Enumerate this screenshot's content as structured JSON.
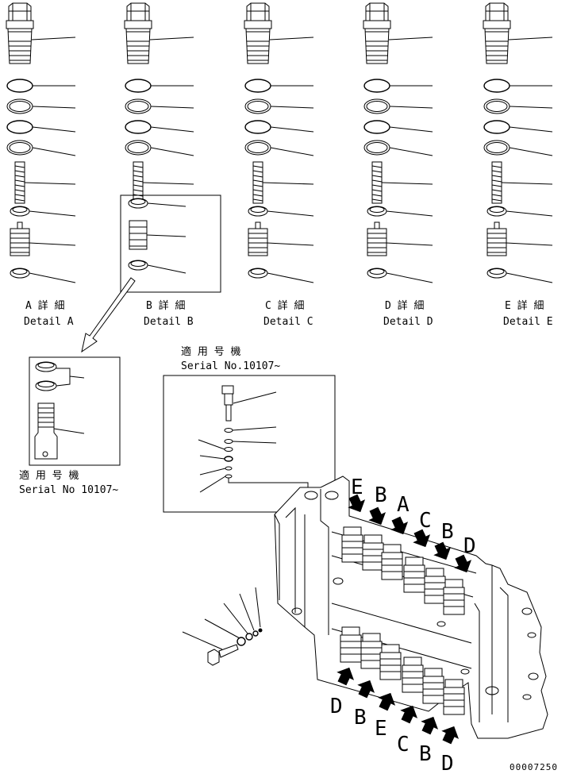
{
  "details": [
    {
      "id": "A",
      "jp": "A 詳 細",
      "en": "Detail A"
    },
    {
      "id": "B",
      "jp": "B 詳 細",
      "en": "Detail B"
    },
    {
      "id": "C",
      "jp": "C 詳 細",
      "en": "Detail C"
    },
    {
      "id": "D",
      "jp": "D 詳 細",
      "en": "Detail D"
    },
    {
      "id": "E",
      "jp": "E 詳 細",
      "en": "Detail E"
    }
  ],
  "serial_left": {
    "jp": "適 用 号 機",
    "en": "Serial No 10107~"
  },
  "serial_mid": {
    "jp": "適 用 号 機",
    "en": "Serial No.10107~"
  },
  "top_letters": [
    "E",
    "B",
    "A",
    "C",
    "B",
    "D"
  ],
  "bottom_letters": [
    "D",
    "B",
    "E",
    "C",
    "B",
    "D"
  ],
  "drawing_number": "00007250"
}
